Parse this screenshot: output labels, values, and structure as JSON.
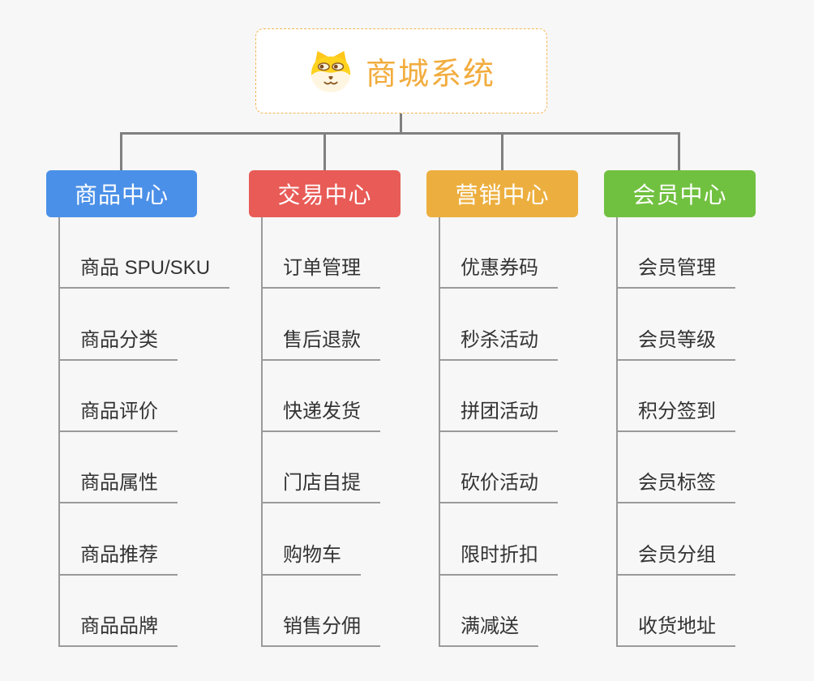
{
  "root": {
    "label": "商城系统",
    "icon": "dog-face-icon",
    "text_color": "#F2AC3D",
    "border_color": "#F5B553",
    "background": "#FFFFFF"
  },
  "branches": [
    {
      "label": "商品中心",
      "color": "#4B90E8",
      "items": [
        "商品 SPU/SKU",
        "商品分类",
        "商品评价",
        "商品属性",
        "商品推荐",
        "商品品牌"
      ]
    },
    {
      "label": "交易中心",
      "color": "#E85B57",
      "items": [
        "订单管理",
        "售后退款",
        "快递发货",
        "门店自提",
        "购物车",
        "销售分佣"
      ]
    },
    {
      "label": "营销中心",
      "color": "#ECAF3F",
      "items": [
        "优惠券码",
        "秒杀活动",
        "拼团活动",
        "砍价活动",
        "限时折扣",
        "满减送"
      ]
    },
    {
      "label": "会员中心",
      "color": "#71C140",
      "items": [
        "会员管理",
        "会员等级",
        "积分签到",
        "会员标签",
        "会员分组",
        "收货地址"
      ]
    }
  ],
  "colors": {
    "background": "#F7F7F7",
    "connector": "#7F7F7F",
    "leaf_line": "#9A9A9A",
    "leaf_text": "#333333"
  }
}
